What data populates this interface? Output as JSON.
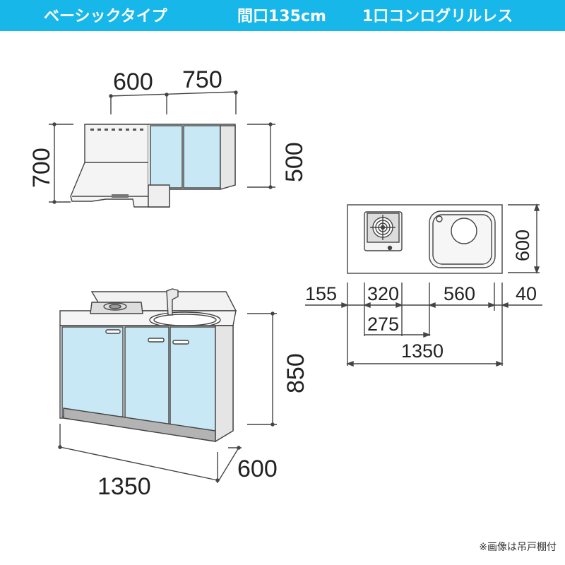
{
  "header": {
    "type_label": "ベーシックタイプ",
    "width_label": "間口135cm",
    "stove_label": "1口コンログリルレス"
  },
  "wall_cabinet": {
    "hood_width": "600",
    "cabinet_width": "750",
    "height_total": "700",
    "height_cabinet": "500"
  },
  "top_view": {
    "depth": "600",
    "left_margin": "155",
    "stove_width": "320",
    "sink_width": "560",
    "right_margin": "40",
    "stove_to_sink": "275",
    "total_width": "1350"
  },
  "base_cabinet": {
    "height": "850",
    "width": "1350",
    "depth": "600"
  },
  "note": "※画像は吊戸棚付",
  "colors": {
    "header_bg": "#17b7ea",
    "door": "#c7e8f4",
    "outline": "#444444",
    "plinth": "#b3b3b3"
  }
}
